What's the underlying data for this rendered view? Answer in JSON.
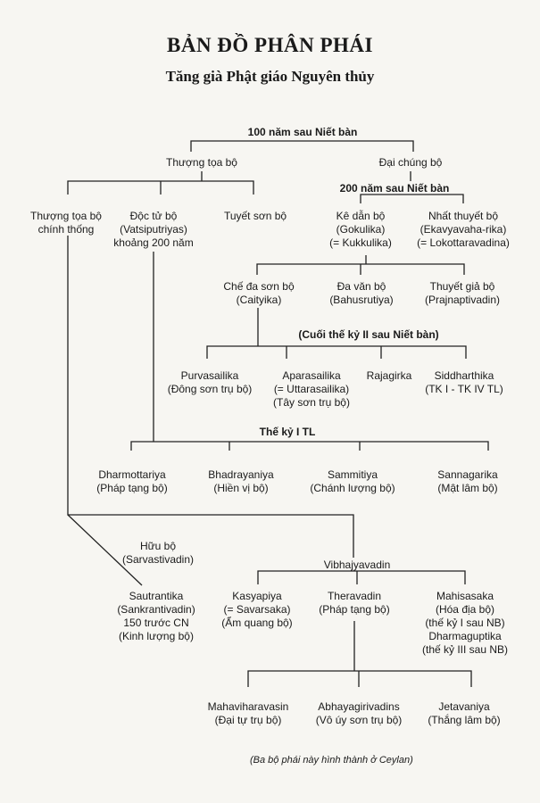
{
  "title": "BẢN ĐỒ PHÂN PHÁI",
  "subtitle": "Tăng già Phật giáo Nguyên thủy",
  "headers": {
    "h100": "100 năm sau Niết bàn",
    "h200": "200 năm sau Niết bàn",
    "hcuoi": "(Cuối thế kỷ II sau Niết bàn)",
    "htk1": "Thế kỷ I TL"
  },
  "nodes": {
    "thuong_toa": [
      "Thượng tọa bộ"
    ],
    "dai_chung": [
      "Đại chúng bộ"
    ],
    "thuong_toa_chinh": [
      "Thượng tọa bộ",
      "chính thống"
    ],
    "doc_tu": [
      "Độc tử bộ",
      "(Vatsiputriyas)",
      "khoảng 200 năm"
    ],
    "tuyet_son": [
      "Tuyết sơn bộ"
    ],
    "ke_dan": [
      "Kê dẫn bộ",
      "(Gokulika)",
      "(= Kukkulika)"
    ],
    "nhat_thuyet": [
      "Nhất thuyết bộ",
      "(Ekavyavaha-rika)",
      "(= Lokottaravadina)"
    ],
    "che_da": [
      "Chế  đa sơn bộ",
      "(Caityika)"
    ],
    "da_van": [
      "Đa văn bộ",
      "(Bahusrutiya)"
    ],
    "thuyet_gia": [
      "Thuyết giả bộ",
      "(Prajnaptivadin)"
    ],
    "purva": [
      "Purvasailika",
      "(Đông sơn trụ bộ)"
    ],
    "apara": [
      "Aparasailika",
      "(= Uttarasailika)",
      "(Tây sơn trụ bộ)"
    ],
    "rajagirka": [
      "Rajagirka"
    ],
    "siddhar": [
      "Siddharthika",
      "(TK I - TK IV TL)"
    ],
    "dharmott": [
      "Dharmottariya",
      "(Pháp tạng bộ)"
    ],
    "bhadra": [
      "Bhadrayaniya",
      "(Hiền vị bộ)"
    ],
    "sammit": [
      "Sammitiya",
      "(Chánh lượng bộ)"
    ],
    "sannag": [
      "Sannagarika",
      "(Mật lâm bộ)"
    ],
    "huu_bo": [
      "Hữu bộ",
      "(Sarvastivadin)"
    ],
    "vibhajya": [
      "Vibhajyavadin"
    ],
    "sautran": [
      "Sautrantika",
      "(Sankrantivadin)",
      "150 trước CN",
      "(Kinh lượng bộ)"
    ],
    "kasya": [
      "Kasyapiya",
      "(= Savarsaka)",
      "(Ẩm quang bộ)"
    ],
    "thera": [
      "Theravadin",
      "(Pháp tạng bộ)"
    ],
    "mahis": [
      "Mahisasaka",
      "(Hóa địa bộ)",
      "(thế kỷ I sau NB)",
      "Dharmaguptika",
      "(thế kỷ III sau NB)"
    ],
    "mahav": [
      "Mahaviharavasin",
      "(Đại tự trụ bộ)"
    ],
    "abhay": [
      "Abhayagirivadins",
      "(Vô úy sơn trụ bộ)"
    ],
    "jetav": [
      "Jetavaniya",
      "(Thắng lâm bộ)"
    ]
  },
  "note": "(Ba bộ phái này hình thành ở Ceylan)"
}
